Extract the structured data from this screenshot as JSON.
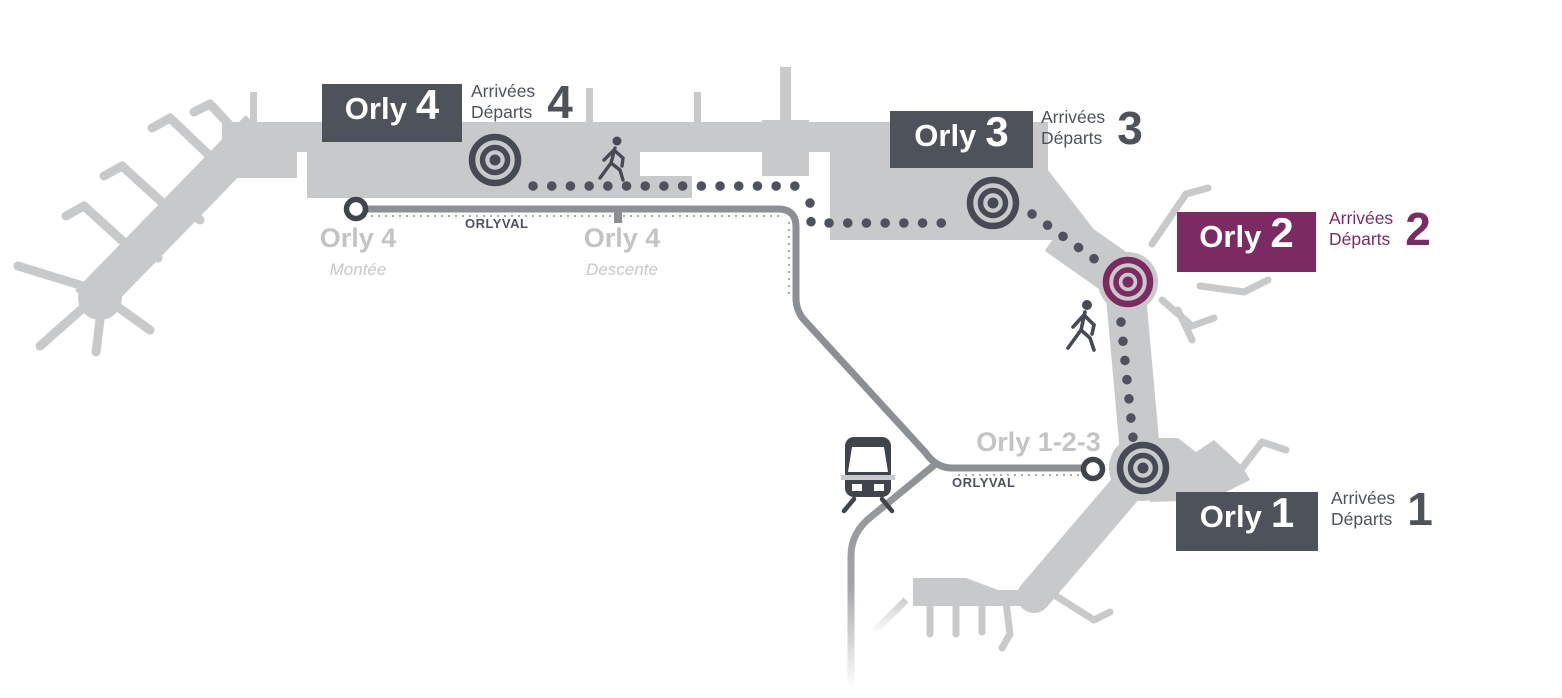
{
  "colors": {
    "terminal_building": "#c8c9cb",
    "slate": "#4d525b",
    "purple_highlight": "#7c2b62",
    "orlyval_line": "#8c8f93",
    "light_station_text": "#c2c4c6"
  },
  "terminals": [
    {
      "id": "orly-4",
      "name": "Orly",
      "number": "4",
      "arrivals": "Arrivées",
      "departures": "Départs",
      "level_number": "4",
      "highlighted": false
    },
    {
      "id": "orly-3",
      "name": "Orly",
      "number": "3",
      "arrivals": "Arrivées",
      "departures": "Départs",
      "level_number": "3",
      "highlighted": false
    },
    {
      "id": "orly-2",
      "name": "Orly",
      "number": "2",
      "arrivals": "Arrivées",
      "departures": "Départs",
      "level_number": "2",
      "highlighted": true
    },
    {
      "id": "orly-1",
      "name": "Orly",
      "number": "1",
      "arrivals": "Arrivées",
      "departures": "Départs",
      "level_number": "1",
      "highlighted": false
    }
  ],
  "stations": [
    {
      "id": "orlyval-orly4-montee",
      "name": "Orly 4",
      "direction": "Montée",
      "line": "ORLYVAL"
    },
    {
      "id": "orlyval-orly4-descente",
      "name": "Orly 4",
      "direction": "Descente"
    },
    {
      "id": "orlyval-orly123",
      "name": "Orly 1-2-3",
      "line": "ORLYVAL"
    }
  ],
  "icons": {
    "walking-person-icon": "pedestrian walkway",
    "train-icon": "shuttle train",
    "orlyval-station-icon": "line stop circle",
    "access-target-icon": "terminal access bullseye"
  }
}
